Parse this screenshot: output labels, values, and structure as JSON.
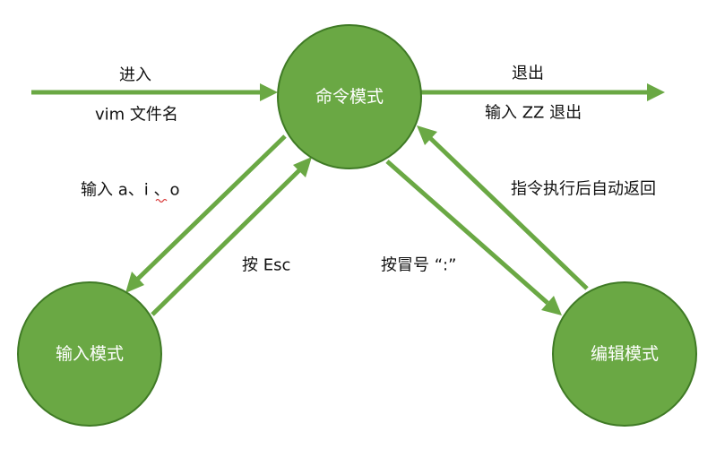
{
  "nodes": {
    "command_mode": "命令模式",
    "insert_mode": "输入模式",
    "edit_mode": "编辑模式"
  },
  "edges": {
    "enter": {
      "line1": "进入",
      "line2": "vim 文件名"
    },
    "exit": {
      "line1": "退出",
      "line2": "输入 ZZ 退出"
    },
    "to_insert": "输入 a、i 、o",
    "to_command_from_insert": "按 Esc",
    "to_edit": "按冒号 “:”",
    "to_command_from_edit": "指令执行后自动返回"
  },
  "colors": {
    "node_fill": "#6aa844",
    "node_stroke": "#3f7a25",
    "arrow": "#6aa844",
    "text": "#111111"
  }
}
